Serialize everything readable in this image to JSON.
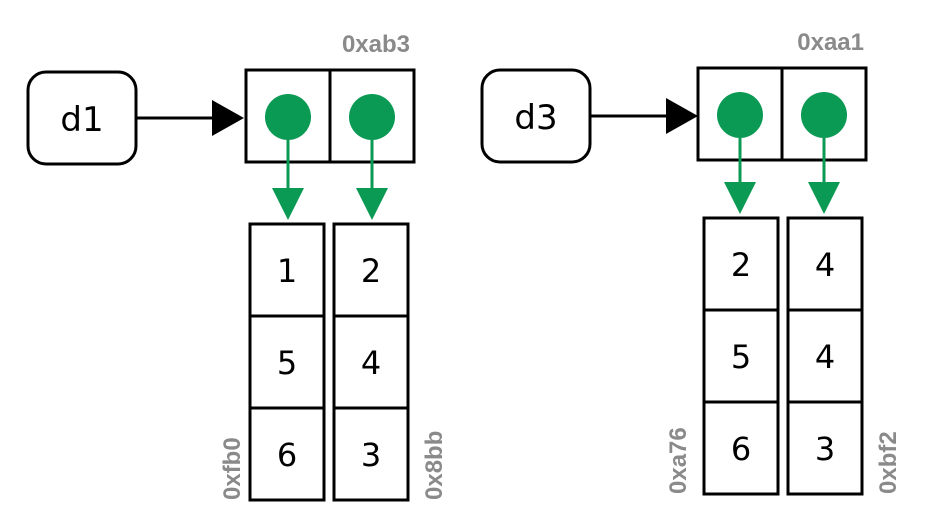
{
  "diagrams": [
    {
      "variable": "d1",
      "outer_address": "0xab3",
      "inner_arrays": [
        {
          "address": "0xfb0",
          "values": [
            "1",
            "5",
            "6"
          ]
        },
        {
          "address": "0x8bb",
          "values": [
            "2",
            "4",
            "3"
          ]
        }
      ]
    },
    {
      "variable": "d3",
      "outer_address": "0xaa1",
      "inner_arrays": [
        {
          "address": "0xa76",
          "values": [
            "2",
            "5",
            "6"
          ]
        },
        {
          "address": "0xbf2",
          "values": [
            "4",
            "4",
            "3"
          ]
        }
      ]
    }
  ],
  "colors": {
    "pointer": "#0a9a54",
    "address_label": "#8a8a8a"
  }
}
